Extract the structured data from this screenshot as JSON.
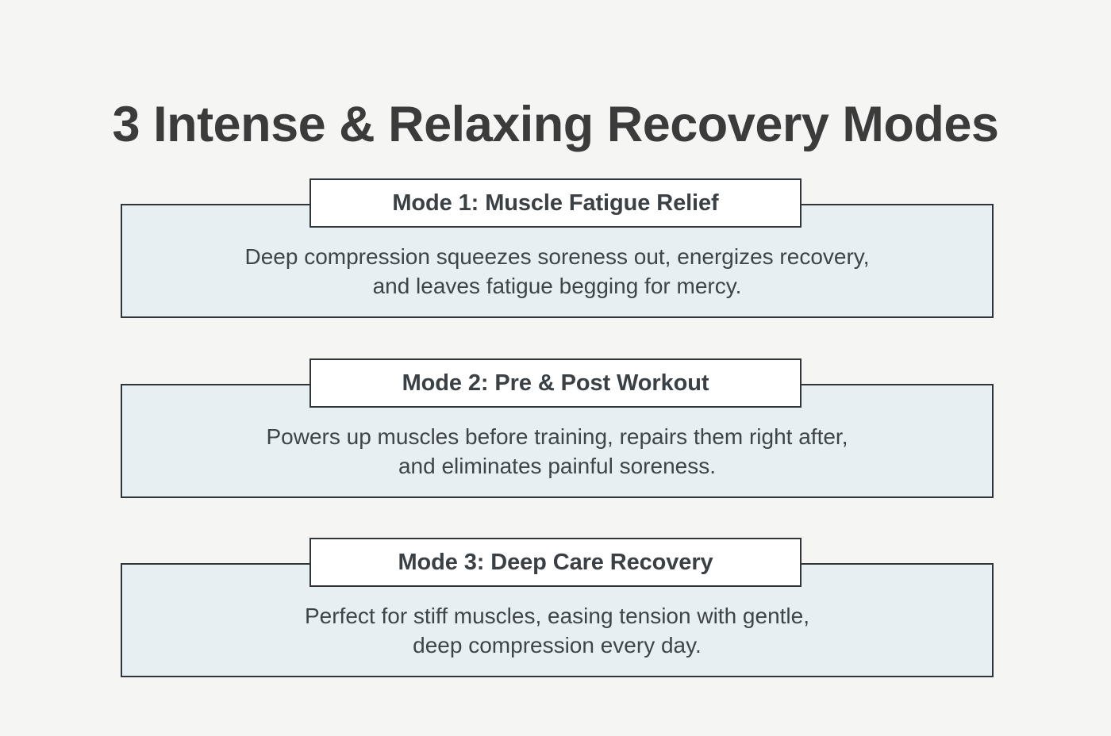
{
  "page": {
    "background_color": "#f5f5f4",
    "title": "3 Intense & Relaxing Recovery Modes",
    "title_color": "#3b3b3b"
  },
  "theme": {
    "panel_fill": "#e8eff3",
    "panel_border": "#2f3539",
    "title_box_fill": "#ffffff",
    "body_text_color": "#3e4448",
    "heading_text_color": "#3a4044"
  },
  "modes": [
    {
      "title": "Mode 1: Muscle Fatigue Relief",
      "body_line_1": "Deep compression squeezes soreness out, energizes recovery,",
      "body_line_2": "and leaves fatigue begging for mercy."
    },
    {
      "title": "Mode 2: Pre & Post Workout",
      "body_line_1": "Powers up muscles before training, repairs them right after,",
      "body_line_2": "and eliminates painful soreness."
    },
    {
      "title": "Mode 3: Deep Care Recovery",
      "body_line_1": "Perfect for stiff muscles, easing tension with gentle,",
      "body_line_2": "deep compression every day."
    }
  ]
}
